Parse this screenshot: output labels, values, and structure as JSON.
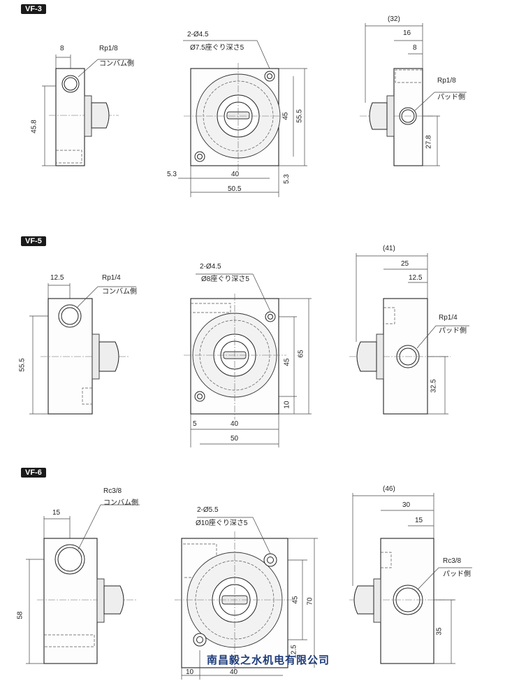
{
  "models": [
    {
      "tag": "VF-3",
      "side_left": {
        "width": "8",
        "port": "Rp1/8",
        "port_side": "コンバム側",
        "height": "45.8"
      },
      "front": {
        "holes": "2-Ø4.5",
        "counterbore": "Ø7.5座ぐり深さ5",
        "offset_left": "5.3",
        "pitch_h": "40",
        "width": "50.5",
        "pitch_v": "45",
        "height": "55.5",
        "offset_bottom": "5.3"
      },
      "side_right": {
        "overall": "(32)",
        "depth": "16",
        "port_offset": "8",
        "port": "Rp1/8",
        "port_side": "パッド側",
        "port_height": "27.8"
      }
    },
    {
      "tag": "VF-5",
      "side_left": {
        "width": "12.5",
        "port": "Rp1/4",
        "port_side": "コンバム側",
        "height": "55.5"
      },
      "front": {
        "holes": "2-Ø4.5",
        "counterbore": "Ø8座ぐり深さ5",
        "offset_left": "5",
        "pitch_h": "40",
        "width": "50",
        "pitch_v": "45",
        "height": "65",
        "offset_bottom": "10"
      },
      "side_right": {
        "overall": "(41)",
        "depth": "25",
        "port_offset": "12.5",
        "port": "Rp1/4",
        "port_side": "パッド側",
        "port_height": "32.5"
      }
    },
    {
      "tag": "VF-6",
      "side_left": {
        "width": "15",
        "port": "Rc3/8",
        "port_side": "コンバム側",
        "height": "58"
      },
      "front": {
        "holes": "2-Ø5.5",
        "counterbore": "Ø10座ぐり深さ5",
        "offset_left": "10",
        "pitch_h": "40",
        "pitch_v": "45",
        "height": "70",
        "offset_bottom": "12.5"
      },
      "side_right": {
        "overall": "(46)",
        "depth": "30",
        "port_offset": "15",
        "port": "Rc3/8",
        "port_side": "パッド側",
        "port_height": "35"
      }
    }
  ],
  "watermark": "南昌毅之水机电有限公司"
}
